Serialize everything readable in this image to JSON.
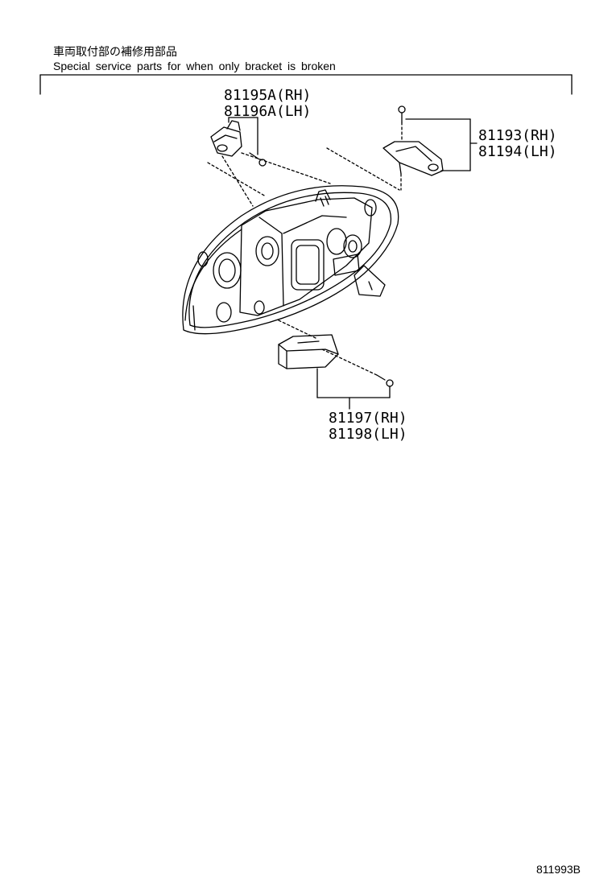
{
  "header": {
    "japanese_note": "車両取付部の補修用部品",
    "english_note": "Special service parts for when only bracket is broken"
  },
  "callouts": {
    "upper_left": {
      "rh": "81195A(RH)",
      "lh": "81196A(LH)"
    },
    "upper_right": {
      "rh": "81193(RH)",
      "lh": "81194(LH)"
    },
    "bottom": {
      "rh": "81197(RH)",
      "lh": "81198(LH)"
    }
  },
  "illustration_code": "811993B"
}
